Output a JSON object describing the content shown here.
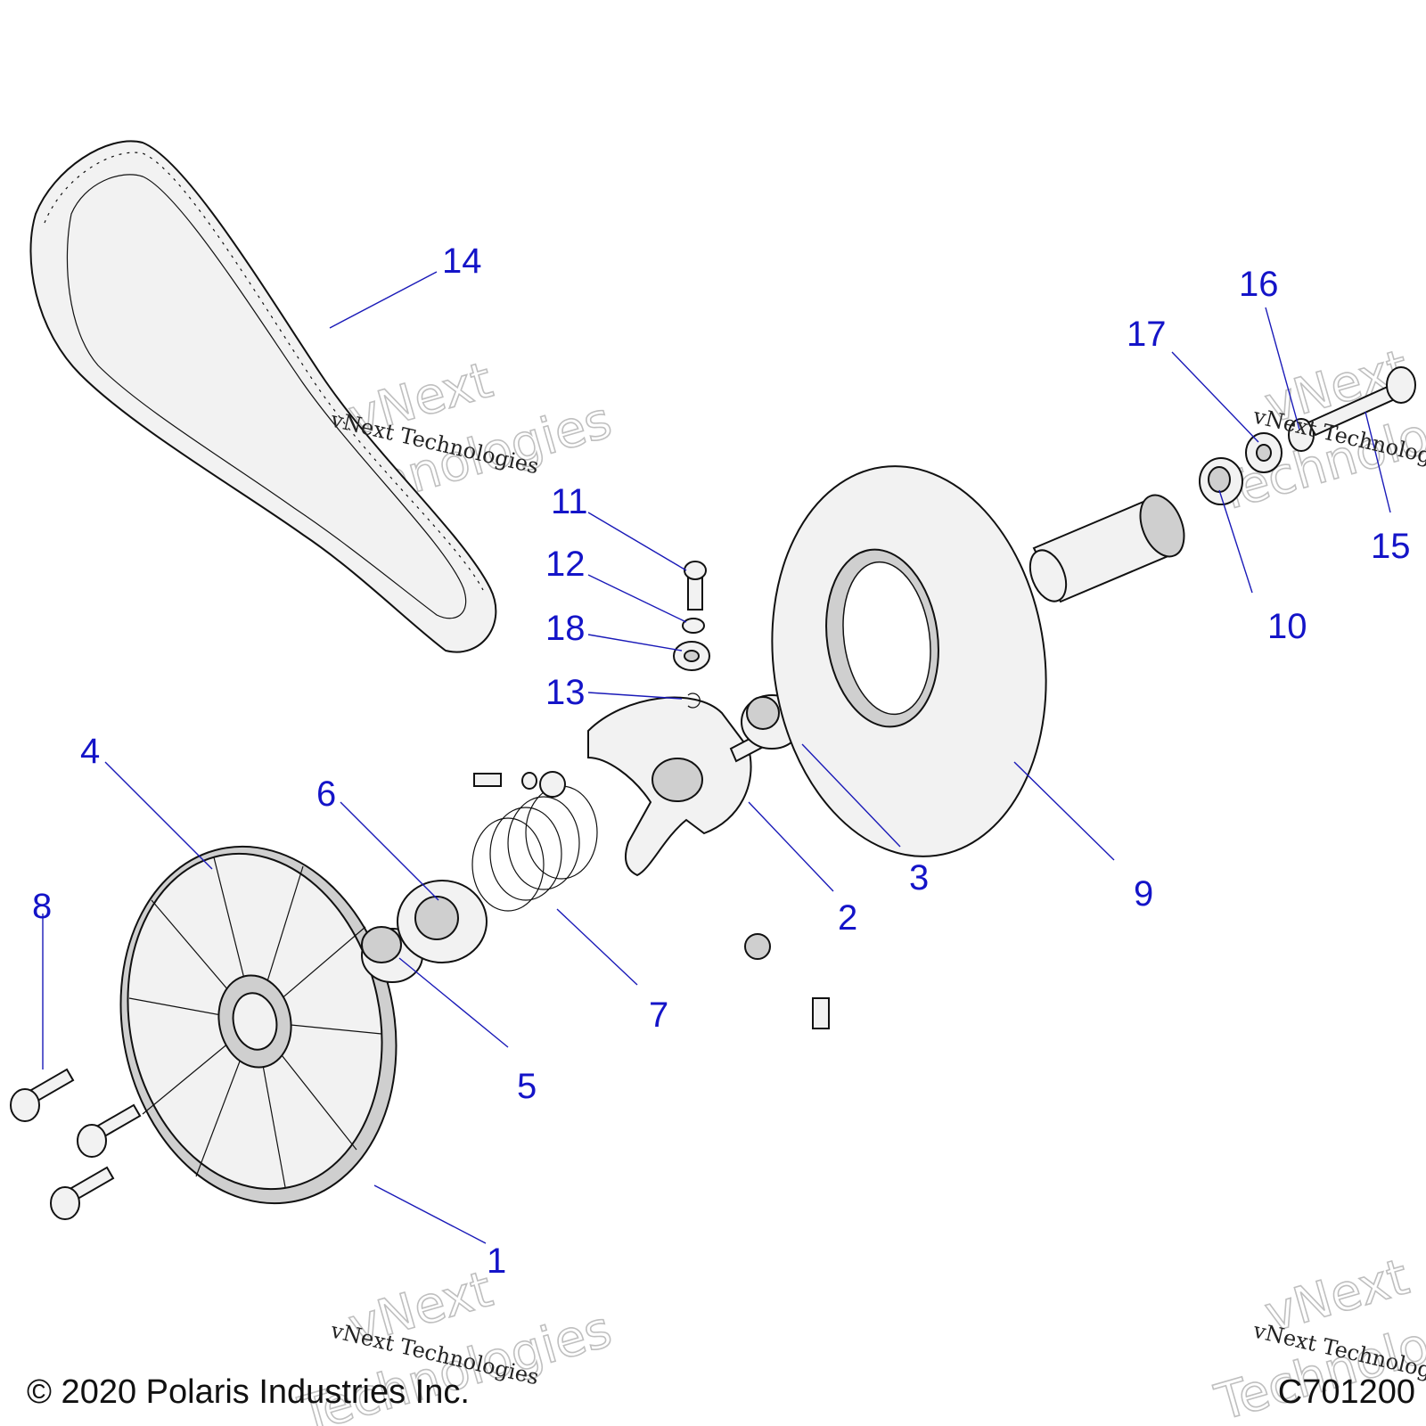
{
  "diagram": {
    "callouts": [
      "1",
      "2",
      "3",
      "4",
      "5",
      "6",
      "7",
      "8",
      "9",
      "10",
      "11",
      "12",
      "13",
      "14",
      "15",
      "16",
      "17",
      "18"
    ],
    "footer": {
      "copyright": "© 2020 Polaris Industries Inc.",
      "drawing_code": "C701200"
    },
    "watermarks": {
      "line1": "vNext",
      "line2": "Technologies",
      "small": "vNext Technologies"
    }
  }
}
